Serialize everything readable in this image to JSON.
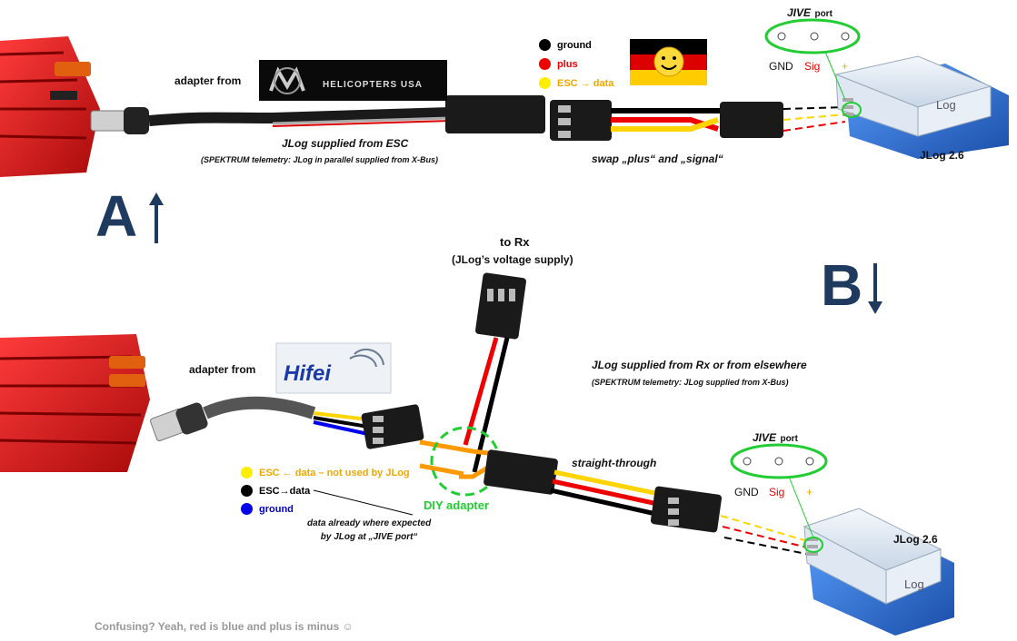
{
  "section_a": {
    "letter": "A",
    "adapter_label": "adapter from",
    "brand_logo_text": "HELICOPTERS USA",
    "supply_caption": "JLog supplied from ESC",
    "telemetry_note": "(SPEKTRUM telemetry: JLog in parallel supplied from X-Bus)",
    "swap_caption": "swap „plus“ and „signal“",
    "legend": [
      {
        "label": "ground",
        "color": "#000000",
        "text_color": "#000000"
      },
      {
        "label": "plus",
        "color": "#ee0000",
        "text_color": "#ee0000"
      },
      {
        "label": "ESC → data",
        "color": "#ffee00",
        "text_color": "#f0a800"
      }
    ],
    "port_title": "JIVE",
    "port_title_suffix": "port",
    "pin_gnd": "GND",
    "pin_sig": "Sig",
    "pin_plus": "+",
    "device_label": "JLog 2.6",
    "device_case_text": "Log"
  },
  "section_b": {
    "letter": "B",
    "rx_title": "to Rx",
    "rx_subtitle": "(JLog’s voltage supply)",
    "adapter_label": "adapter from",
    "brand_logo_text": "Hifei",
    "supply_caption": "JLog supplied from Rx or from elsewhere",
    "telemetry_note": "(SPEKTRUM telemetry: JLog supplied from X-Bus)",
    "straight_caption": "straight-through",
    "diy_caption": "DIY adapter",
    "legend": [
      {
        "label": "ESC ← data – not used by JLog",
        "color": "#ffee00",
        "text_color": "#f0a800"
      },
      {
        "label": "ESC→data",
        "color": "#000000",
        "text_color": "#000000"
      },
      {
        "label": "ground",
        "color": "#0000ee",
        "text_color": "#0000cc"
      }
    ],
    "data_note_line1": "data already where expected",
    "data_note_line2": "by JLog at „JIVE port“",
    "port_title": "JIVE",
    "port_title_suffix": "port",
    "pin_gnd": "GND",
    "pin_sig": "Sig",
    "pin_plus": "+",
    "device_label": "JLog 2.6",
    "device_case_text": "Log"
  },
  "footer": {
    "text": "Confusing? Yeah, red is blue and plus is minus ☺"
  },
  "colors": {
    "arrow_blue": "#1f3a5f",
    "ring_green": "#22cc33",
    "esc_red": "#e8141c",
    "device_blue": "#2a6fd0",
    "wire_red": "#ee0000",
    "wire_yellow": "#ffd400",
    "wire_orange": "#ff9900",
    "wire_black": "#000000",
    "wire_blue": "#0000ee"
  }
}
